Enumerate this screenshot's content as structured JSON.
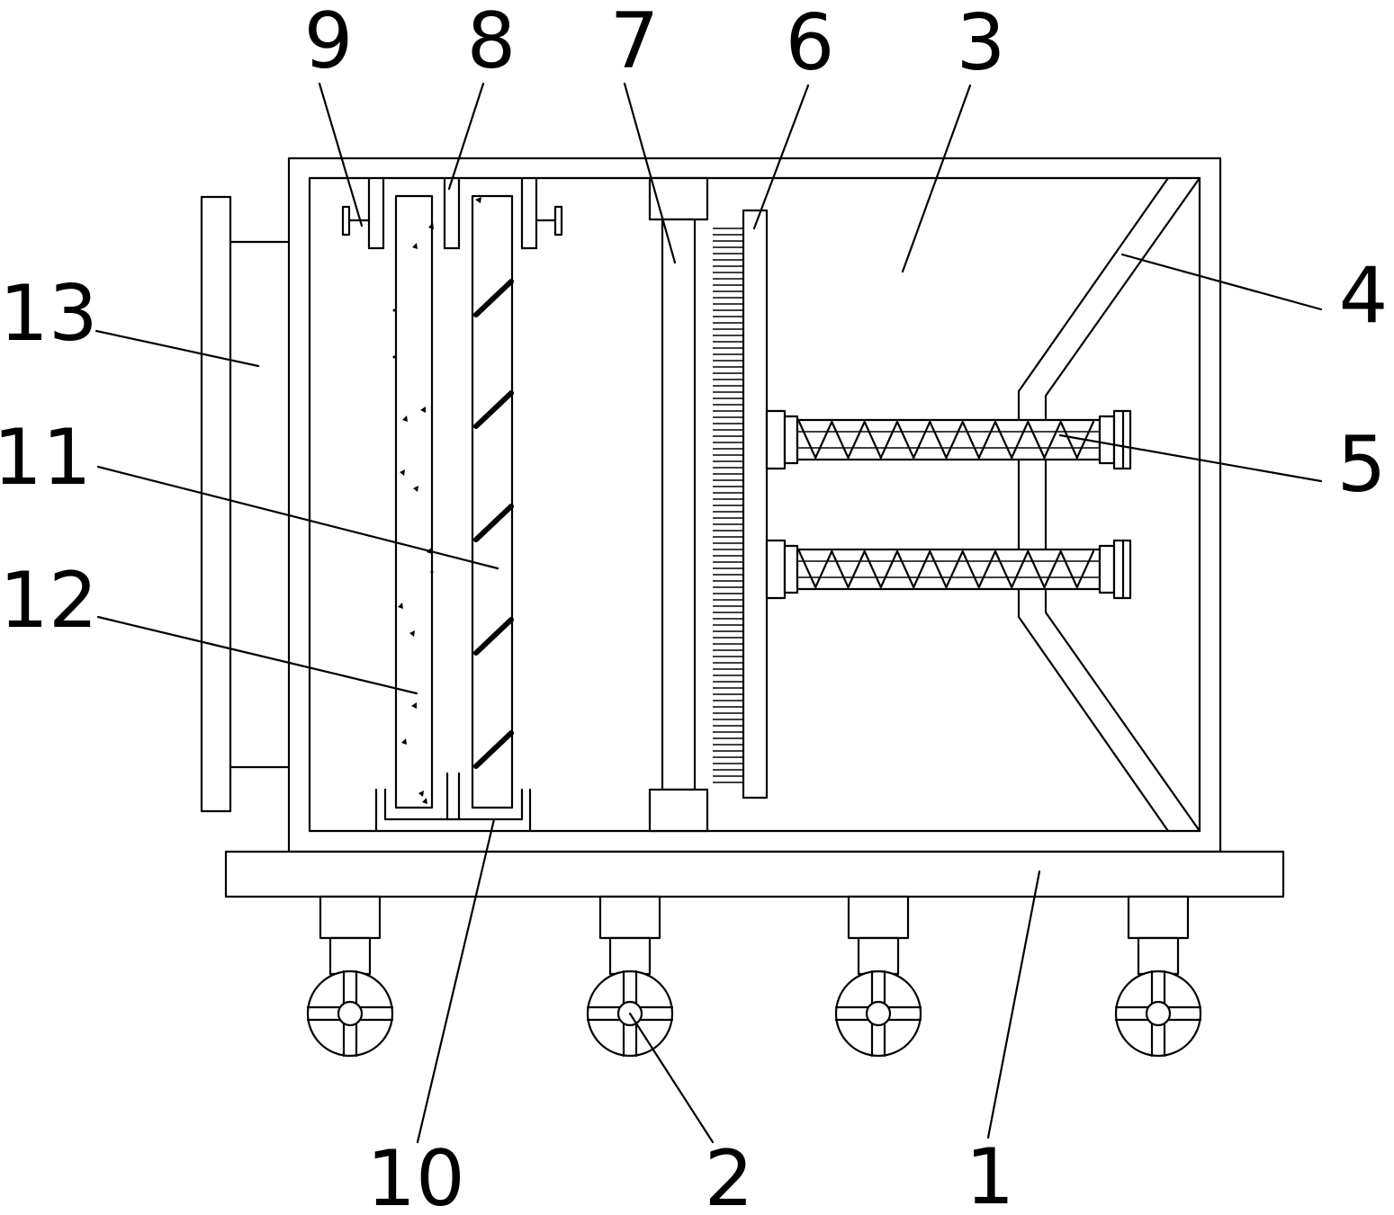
{
  "labels": {
    "l1": "1",
    "l2": "2",
    "l3": "3",
    "l4": "4",
    "l5": "5",
    "l6": "6",
    "l7": "7",
    "l8": "8",
    "l9": "9",
    "l10": "10",
    "l11": "11",
    "l12": "12",
    "l13": "13"
  },
  "colors": {
    "line": "#000000",
    "background": "#ffffff"
  }
}
